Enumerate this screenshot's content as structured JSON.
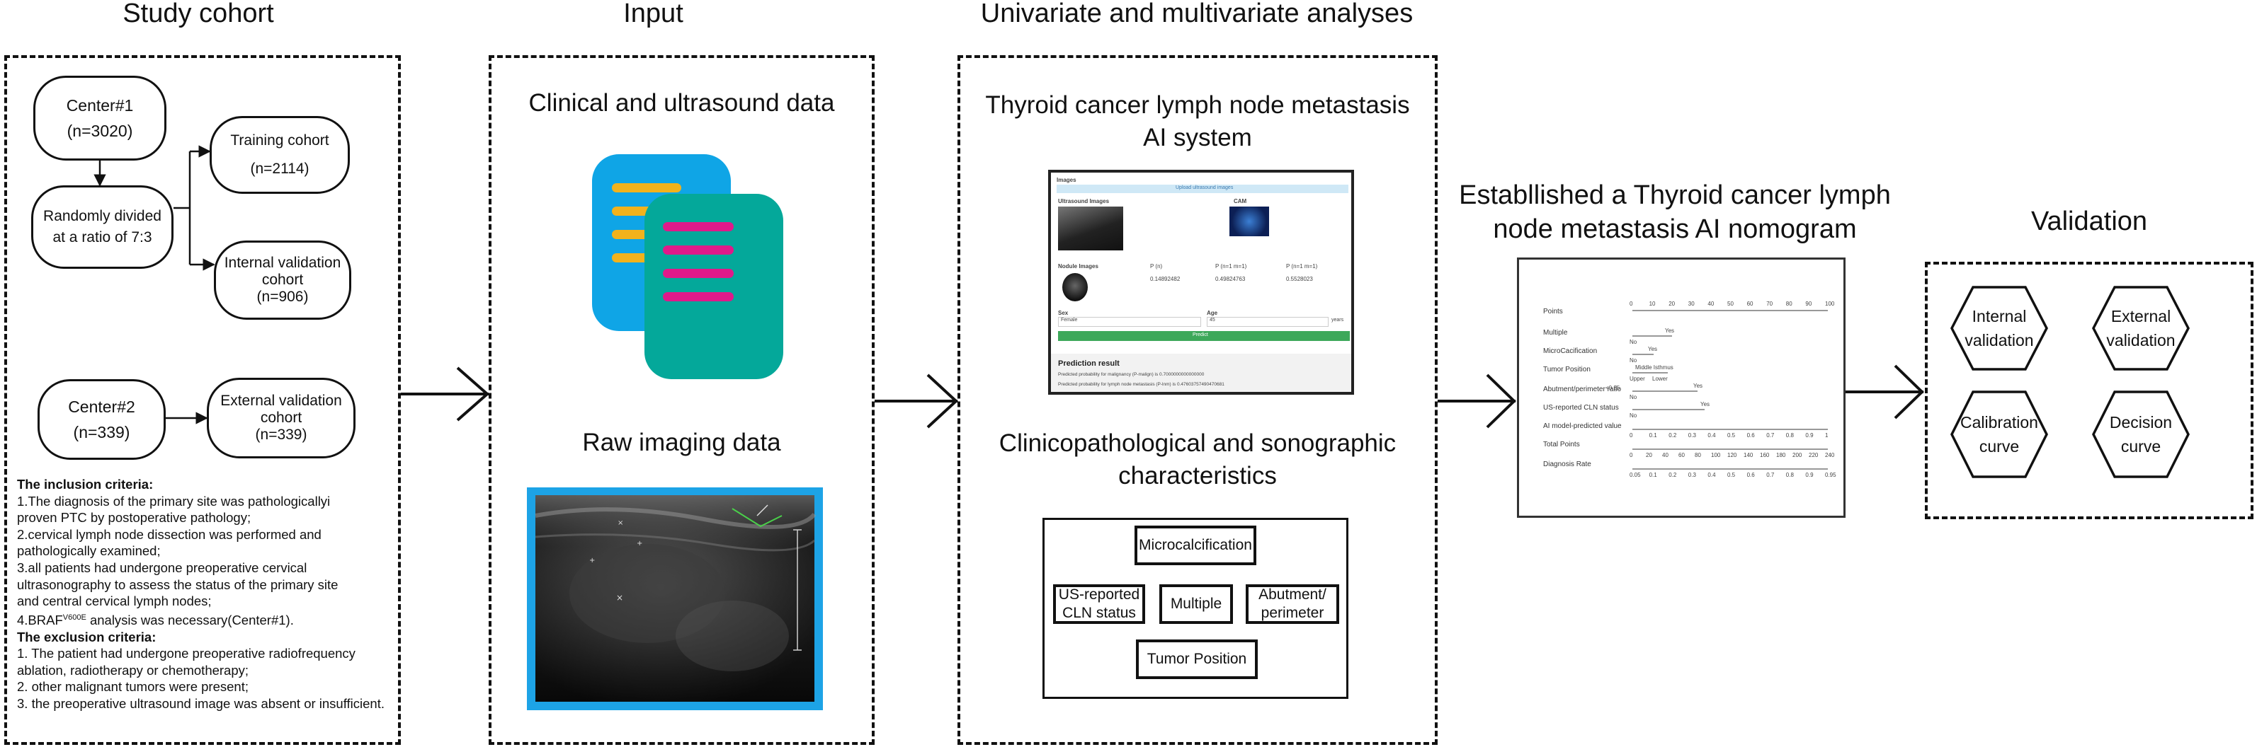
{
  "sections": {
    "cohort_title": "Study cohort",
    "input_title": "Input",
    "analyses_title": "Univariate and multivariate analyses",
    "nomogram_title_line1": "Establlished a Thyroid cancer lymph",
    "nomogram_title_line2": "node metastasis AI nomogram",
    "validation_title": "Validation"
  },
  "cohort": {
    "center1": "Center#1",
    "center1_n": "(n=3020)",
    "randomly_line1": "Randomly divided",
    "randomly_line2": "at a ratio of 7:3",
    "training": "Training cohort",
    "training_n": "(n=2114)",
    "internal_line1": "Internal validation",
    "internal_line2": "cohort",
    "internal_n": "(n=906)",
    "center2": "Center#2",
    "center2_n": "(n=339)",
    "external_line1": "External validation",
    "external_line2": "cohort",
    "external_n": "(n=339)"
  },
  "criteria": {
    "inclusion_title": "The inclusion criteria:",
    "inc1a": "1.The diagnosis of the primary site was pathologicallyi",
    "inc1b": "proven PTC by postoperative pathology;",
    "inc2a": "2.cervical lymph node dissection was performed and",
    "inc2b": "pathologically examined;",
    "inc3a": "3.all patients had undergone preoperative cervical",
    "inc3b": "ultrasonography to assess the status of the primary site",
    "inc3c": "and central cervical lymph nodes;",
    "inc4_pre": "4.BRAF",
    "inc4_sup": "V600E",
    "inc4_post": " analysis was necessary(Center#1).",
    "exclusion_title": "The exclusion criteria:",
    "exc1a": "1. The patient had undergone preoperative radiofrequency",
    "exc1b": "ablation, radiotherapy or chemotherapy;",
    "exc2": "2. other malignant tumors were present;",
    "exc3": "3. the preoperative ultrasound image was absent or insufficient."
  },
  "input": {
    "clinical": "Clinical and ultrasound data",
    "raw": "Raw imaging data"
  },
  "analyses": {
    "ai_line1": "Thyroid cancer lymph node metastasis",
    "ai_line2": "AI system",
    "clin_line1": "Clinicopathological and sonographic",
    "clin_line2": "characteristics",
    "microcalcification": "Microcalcification",
    "us_cln_line1": "US-reported",
    "us_cln_line2": "CLN status",
    "multiple": "Multiple",
    "abutment_line1": "Abutment/",
    "abutment_line2": "perimeter",
    "tumor_position": "Tumor Position"
  },
  "app_screenshot": {
    "section": "Images",
    "upload": "Upload ultrasound images",
    "col1": "Ultrasound Images",
    "col2": "CAM",
    "nodule": "Nodule Images",
    "p1": "P (n)",
    "p2": "P (n=1 m=1)",
    "p3": "P (n=1 m=1)",
    "v1": "0.14892482",
    "v2": "0.49824763",
    "v3": "0.5528023",
    "sex_label": "Sex",
    "age_label": "Age",
    "sex_value": "Female",
    "age_value": "45",
    "unit": "years",
    "predict": "Predict",
    "result_title": "Prediction result",
    "result1": "Predicted probability for malignancy (P-malign) is 0.7000000000000000",
    "result2": "Predicted probability for lymph node metastasis (P-lnm) is 0.47603757490470681"
  },
  "nomogram": {
    "rows": [
      "Points",
      "Multiple",
      "MicroCacification",
      "Tumor Position",
      "Abutment/perimeter ratio",
      "US-reported CLN status",
      "AI model-predicted value",
      "Total Points",
      "Diagnosis Rate"
    ],
    "points_ticks": [
      "0",
      "10",
      "20",
      "30",
      "40",
      "50",
      "60",
      "70",
      "80",
      "90",
      "100"
    ],
    "multiple_no": "No",
    "multiple_yes": "Yes",
    "micro_no": "No",
    "micro_yes": "Yes",
    "tumor_middle": "Middle Isthmus",
    "tumor_upper": "Upper",
    "tumor_lower": "Lower",
    "abut_low": "<0.25",
    "abut_low2": "No",
    "abut_yes": "Yes",
    "uscln_no": "No",
    "uscln_yes": "Yes",
    "ai_ticks": [
      "0",
      "0.1",
      "0.2",
      "0.3",
      "0.4",
      "0.5",
      "0.6",
      "0.7",
      "0.8",
      "0.9",
      "1"
    ],
    "total_ticks": [
      "0",
      "20",
      "40",
      "60",
      "80",
      "100",
      "120",
      "140",
      "160",
      "180",
      "200",
      "220",
      "240"
    ],
    "diag_ticks": [
      "0.05",
      "0.1",
      "0.2",
      "0.3",
      "0.4",
      "0.5",
      "0.6",
      "0.7",
      "0.8",
      "0.9",
      "0.95"
    ]
  },
  "validation": {
    "internal_line1": "Internal",
    "internal_line2": "validation",
    "external_line1": "External",
    "external_line2": "validation",
    "calibration_line1": "Calibration",
    "calibration_line2": "curve",
    "decision_line1": "Decision",
    "decision_line2": "curve"
  },
  "colors": {
    "doc_blue": "#0fa5e6",
    "doc_teal": "#04a89a",
    "bar_yellow": "#f2b21c",
    "bar_pink": "#e0198a",
    "frame_blue": "#1da3e6",
    "predict_green": "#3da85a"
  }
}
